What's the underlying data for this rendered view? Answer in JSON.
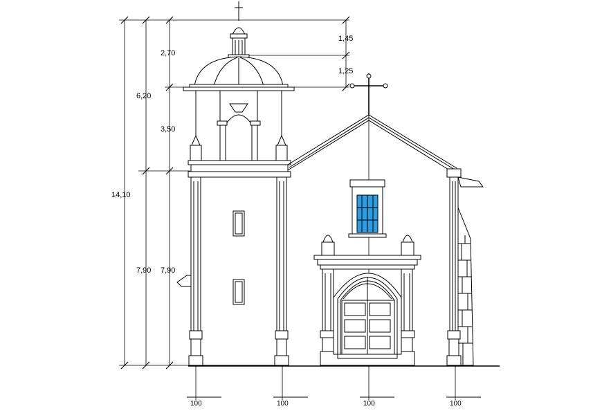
{
  "dimensions": {
    "total_height": "14,10",
    "upper_height": "6,20",
    "lower_height_outer": "7,90",
    "lower_height_inner": "7,90",
    "dome_height": "2,70",
    "belfry_height": "3,50",
    "lantern_height": "1,45",
    "dome_base_height": "1,25"
  },
  "axis_labels": [
    "100",
    "100",
    "100",
    "100"
  ],
  "colors": {
    "window_glass": "#2f9be0",
    "line": "#000000"
  }
}
